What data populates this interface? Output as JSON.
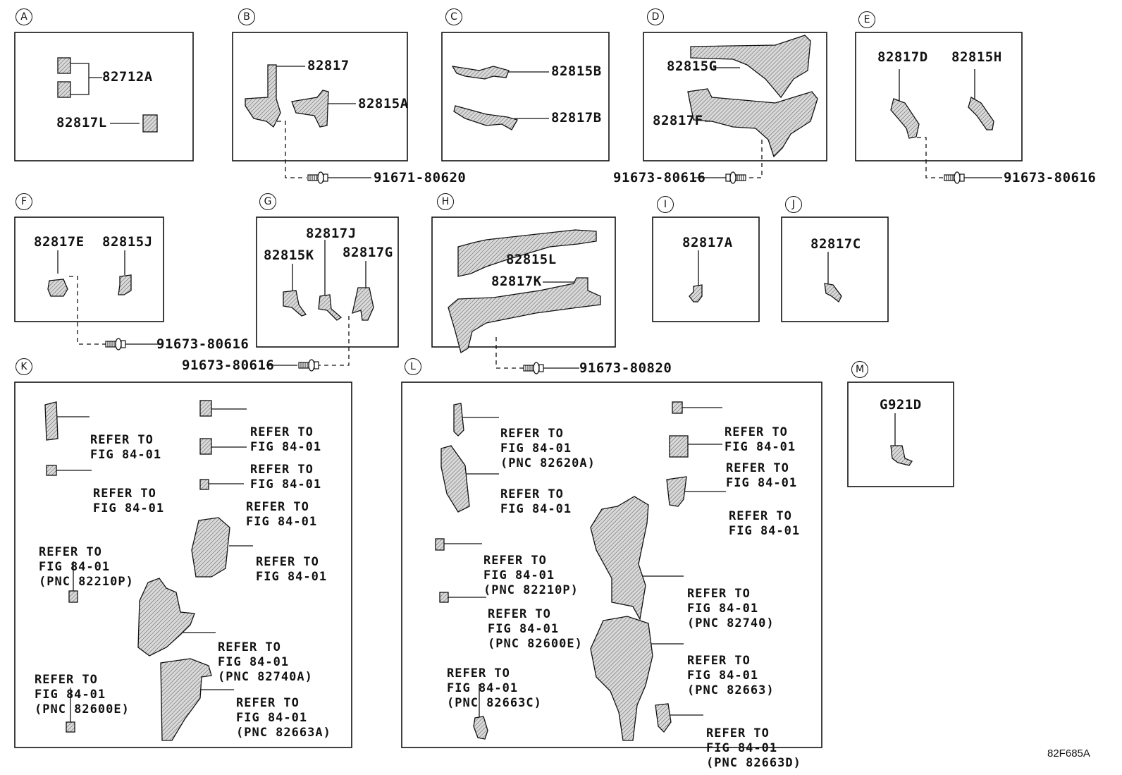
{
  "figure_id": "82F685A",
  "panels": {
    "A": {
      "letter": "A",
      "parts": [
        "82712A",
        "82817L"
      ]
    },
    "B": {
      "letter": "B",
      "parts": [
        "82817",
        "82815A"
      ],
      "bolt": "91671-80620"
    },
    "C": {
      "letter": "C",
      "parts": [
        "82815B",
        "82817B"
      ]
    },
    "D": {
      "letter": "D",
      "parts": [
        "82815G",
        "82817F"
      ],
      "bolt": "91673-80616"
    },
    "E": {
      "letter": "E",
      "parts": [
        "82817D",
        "82815H"
      ],
      "bolt": "91673-80616"
    },
    "F": {
      "letter": "F",
      "parts": [
        "82817E",
        "82815J"
      ],
      "bolt": "91673-80616"
    },
    "G": {
      "letter": "G",
      "parts": [
        "82817J",
        "82815K",
        "82817G"
      ],
      "bolt": "91673-80616"
    },
    "H": {
      "letter": "H",
      "parts": [
        "82815L",
        "82817K"
      ],
      "bolt": "91673-80820"
    },
    "I": {
      "letter": "I",
      "parts": [
        "82817A"
      ]
    },
    "J": {
      "letter": "J",
      "parts": [
        "82817C"
      ]
    },
    "K": {
      "letter": "K",
      "refs": [
        {
          "l1": "REFER TO",
          "l2": "FIG 84-01",
          "l3": ""
        },
        {
          "l1": "REFER TO",
          "l2": "FIG 84-01",
          "l3": ""
        },
        {
          "l1": "REFER TO",
          "l2": "FIG 84-01",
          "l3": ""
        },
        {
          "l1": "REFER TO",
          "l2": "FIG 84-01",
          "l3": ""
        },
        {
          "l1": "REFER TO",
          "l2": "FIG 84-01",
          "l3": ""
        },
        {
          "l1": "REFER TO",
          "l2": "FIG 84-01",
          "l3": "(PNC 82210P)"
        },
        {
          "l1": "REFER TO",
          "l2": "FIG 84-01",
          "l3": ""
        },
        {
          "l1": "REFER TO",
          "l2": "FIG 84-01",
          "l3": "(PNC 82740A)"
        },
        {
          "l1": "REFER TO",
          "l2": "FIG 84-01",
          "l3": "(PNC 82600E)"
        },
        {
          "l1": "REFER TO",
          "l2": "FIG 84-01",
          "l3": "(PNC 82663A)"
        }
      ]
    },
    "L": {
      "letter": "L",
      "refs": [
        {
          "l1": "REFER TO",
          "l2": "FIG 84-01",
          "l3": "(PNC 82620A)"
        },
        {
          "l1": "REFER TO",
          "l2": "FIG 84-01",
          "l3": ""
        },
        {
          "l1": "REFER TO",
          "l2": "FIG 84-01",
          "l3": "(PNC 82210P)"
        },
        {
          "l1": "REFER TO",
          "l2": "FIG 84-01",
          "l3": "(PNC 82600E)"
        },
        {
          "l1": "REFER TO",
          "l2": "FIG 84-01",
          "l3": "(PNC 82663C)"
        },
        {
          "l1": "REFER TO",
          "l2": "FIG 84-01",
          "l3": ""
        },
        {
          "l1": "REFER TO",
          "l2": "FIG 84-01",
          "l3": ""
        },
        {
          "l1": "REFER TO",
          "l2": "FIG 84-01",
          "l3": ""
        },
        {
          "l1": "REFER TO",
          "l2": "FIG 84-01",
          "l3": "(PNC 82740)"
        },
        {
          "l1": "REFER TO",
          "l2": "FIG 84-01",
          "l3": "(PNC 82663)"
        },
        {
          "l1": "REFER TO",
          "l2": "FIG 84-01",
          "l3": "(PNC 82663D)"
        }
      ]
    },
    "M": {
      "letter": "M",
      "parts": [
        "G921D"
      ]
    }
  }
}
